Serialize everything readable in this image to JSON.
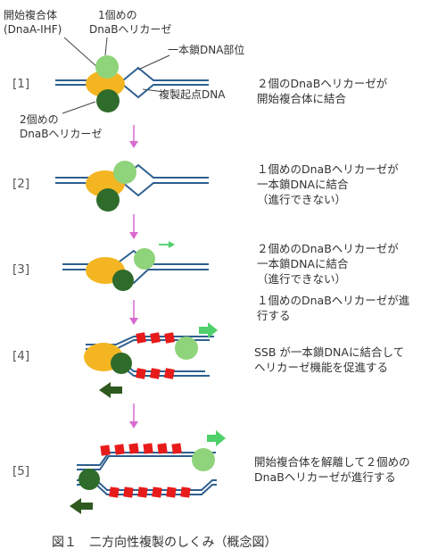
{
  "labels": {
    "complex_l1": "開始複合体",
    "complex_l2": "(DnaA-IHF)",
    "helicase1_l1": "1個めの",
    "helicase1_l2": "DnaBヘリカーゼ",
    "ss_region": "一本鎖DNA部位",
    "origin": "複製起点DNA",
    "helicase2_l1": "2個めの",
    "helicase2_l2": "DnaBヘリカーゼ"
  },
  "steps": [
    {
      "id": "[1]",
      "lines": [
        "２個のDnaBヘリカーゼが",
        "開始複合体に結合"
      ]
    },
    {
      "id": "[2]",
      "lines": [
        "１個めのDnaBヘリカーゼが",
        "一本鎖DNAに結合",
        "（進行できない）"
      ]
    },
    {
      "id": "[3]",
      "lines": [
        "２個めのDnaBヘリカーゼが",
        "一本鎖DNAに結合",
        "（進行できない）",
        "１個めのDnaBヘリカーゼが進",
        "行する"
      ]
    },
    {
      "id": "[4]",
      "lines": [
        "SSB が一本鎖DNAに結合して",
        "ヘリカーゼ機能を促進する"
      ]
    },
    {
      "id": "[5]",
      "lines": [
        "開始複合体を解離して２個めの",
        "DnaBヘリカーゼが進行する"
      ]
    }
  ],
  "caption": "図１　二方向性複製のしくみ（概念図）",
  "colors": {
    "dna": "#2e5f8f",
    "complex": "#f3b622",
    "helicase1": "#8fd37a",
    "helicase2": "#2f6b2a",
    "ssb": "#e81b1b",
    "arrow_pink": "#d86ad0",
    "arrow_green": "#4fd06a",
    "arrow_dark": "#2f5a1f"
  }
}
